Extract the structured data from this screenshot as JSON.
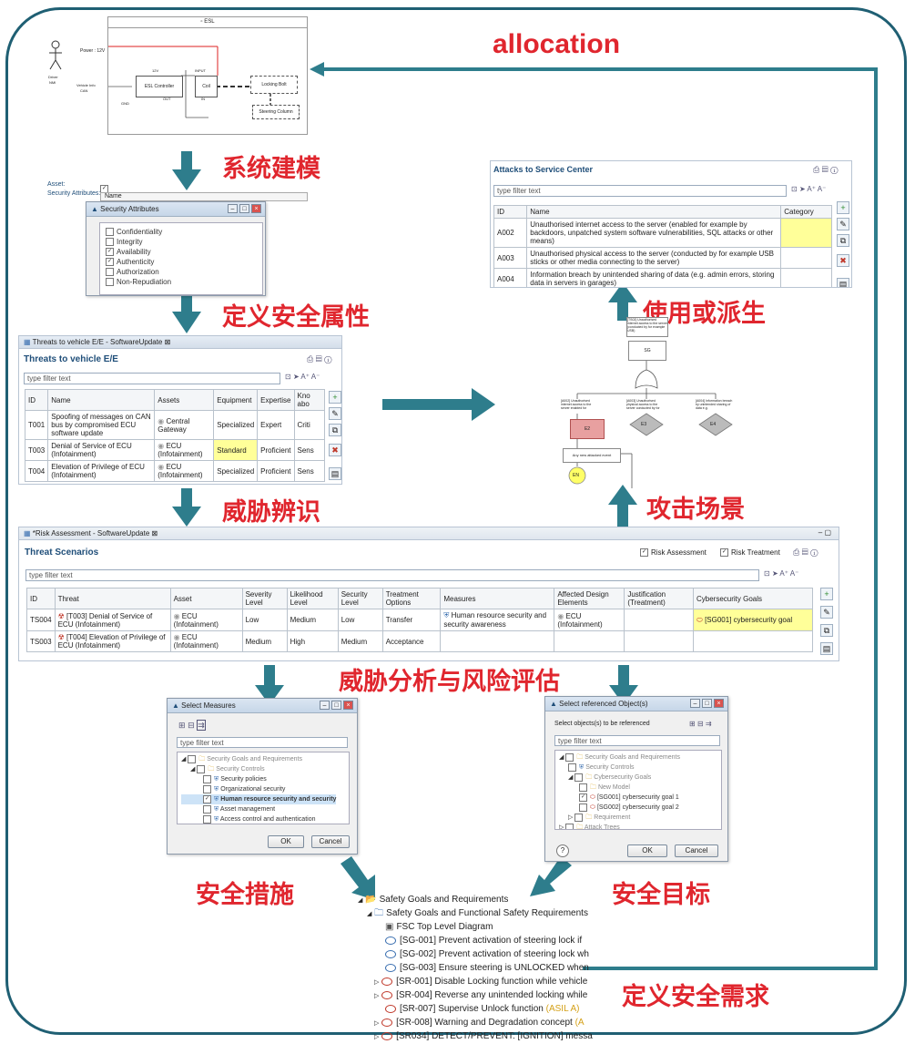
{
  "labels": {
    "allocation": "allocation",
    "system_modeling": "系统建模",
    "define_security_attributes": "定义安全属性",
    "threat_identification": "威胁辨识",
    "threat_risk_analysis": "威胁分析与风险评估",
    "use_or_derive": "使用或派生",
    "attack_scenario": "攻击场景",
    "security_measures": "安全措施",
    "security_goals": "安全目标",
    "define_security_requirements": "定义安全需求"
  },
  "esl_diagram": {
    "title": "ESL",
    "driver": "Driver",
    "power": "Power : 12V",
    "nmi": "NMI",
    "vehicle_info": "Vehicle Info",
    "can": "CAN",
    "controller": "ESL Controller",
    "coil": "Coil",
    "locking_bolt": "Locking Bolt",
    "steering_column": "Steering Column",
    "p_12v": "12V",
    "p_gnd": "GND",
    "p_out": "OUT",
    "p_input": "INPUT",
    "p_in": "IN",
    "p_gnd2": "GND"
  },
  "attributes_panel": {
    "asset_label": "Asset:",
    "security_attributes_label": "Security Attributes:",
    "name_header": "Name",
    "dialog_title": "Security Attributes",
    "items": [
      {
        "label": "Confidentiality",
        "checked": false
      },
      {
        "label": "Integrity",
        "checked": false
      },
      {
        "label": "Availability",
        "checked": true
      },
      {
        "label": "Authenticity",
        "checked": true
      },
      {
        "label": "Authorization",
        "checked": false
      },
      {
        "label": "Non-Repudiation",
        "checked": false
      }
    ]
  },
  "threats_panel": {
    "tab": "Threats to vehicle E/E - SoftwareUpdate",
    "title": "Threats to vehicle E/E",
    "filter_placeholder": "type filter text",
    "headers": [
      "ID",
      "Name",
      "Assets",
      "Equipment",
      "Expertise",
      "Kno abo"
    ],
    "rows": [
      {
        "id": "T001",
        "name": "Spoofing of messages on CAN bus by compromised ECU software update",
        "asset": "Central Gateway",
        "equipment": "Specialized",
        "expertise": "Expert",
        "know": "Criti"
      },
      {
        "id": "T003",
        "name": "Denial of Service of ECU (Infotainment)",
        "asset": "ECU (Infotainment)",
        "equipment": "Standard",
        "expertise": "Proficient",
        "know": "Sens"
      },
      {
        "id": "T004",
        "name": "Elevation of Privilege of ECU (Infotainment)",
        "asset": "ECU (Infotainment)",
        "equipment": "Specialized",
        "expertise": "Proficient",
        "know": "Sens"
      }
    ]
  },
  "attacks_panel": {
    "title": "Attacks to Service Center",
    "filter_placeholder": "type filter text",
    "headers": [
      "ID",
      "Name",
      "Category"
    ],
    "rows": [
      {
        "id": "A002",
        "name": "Unauthorised internet access to the server (enabled for example by backdoors, unpatched system software vulnerabilities, SQL attacks or other means)"
      },
      {
        "id": "A003",
        "name": "Unauthorised physical access to the server (conducted by for example USB sticks or other media connecting to the server)"
      },
      {
        "id": "A004",
        "name": "Information breach by unintended sharing of data (e.g. admin errors, storing data in servers in garages)"
      }
    ]
  },
  "attack_tree": {
    "top": "[TS02] Unauthorised internet access to the server (conducted by for example USB)",
    "gate_top": "SG",
    "leaf1": "[A002] Unauthorised internet access to the server enabled for",
    "leaf2": "[A003] Unauthorised physical access to the server conducted by for",
    "leaf3": "[A004] Information breach by unintended sharing of data e.g.",
    "e1": "E2",
    "e2": "E3",
    "e3": "E4",
    "note": "Any new attacked event",
    "en": "EN"
  },
  "risk_panel": {
    "tab": "*Risk Assessment - SoftwareUpdate",
    "title": "Threat Scenarios",
    "check1": "Risk Assessment",
    "check2": "Risk Treatment",
    "filter_placeholder": "type filter text",
    "headers": [
      "ID",
      "Threat",
      "Asset",
      "Severity Level",
      "Likelihood Level",
      "Security Level",
      "Treatment Options",
      "Measures",
      "Affected Design Elements",
      "Justification (Treatment)",
      "Cybersecurity Goals"
    ],
    "rows": [
      {
        "id": "TS004",
        "threat": "[T003] Denial of Service of ECU (Infotainment)",
        "asset": "ECU (Infotainment)",
        "severity": "Low",
        "likelihood": "Medium",
        "security": "Low",
        "treatment": "Transfer",
        "measures": "Human resource security and security awareness",
        "affected": "ECU (Infotainment)",
        "justification": "",
        "goals": "[SG001] cybersecurity goal"
      },
      {
        "id": "TS003",
        "threat": "[T004] Elevation of Privilege of ECU (Infotainment)",
        "asset": "ECU (Infotainment)",
        "severity": "Medium",
        "likelihood": "High",
        "security": "Medium",
        "treatment": "Acceptance",
        "measures": "",
        "affected": "",
        "justification": "",
        "goals": ""
      }
    ]
  },
  "measures_dialog": {
    "title": "Select Measures",
    "filter_placeholder": "type filter text",
    "tree": [
      "Security Goals and Requirements",
      "Security Controls",
      "Security policies",
      "Organizational security",
      "Human resource security and security",
      "Asset management",
      "Access control and authentication"
    ],
    "ok": "OK",
    "cancel": "Cancel"
  },
  "referenced_dialog": {
    "title": "Select referenced Object(s)",
    "prompt": "Select objects(s) to be referenced",
    "filter_placeholder": "type filter text",
    "tree": [
      "Security Goals and Requirements",
      "Security Controls",
      "Cybersecurity Goals",
      "New Model",
      "[SG001] cybersecurity goal 1",
      "[SG002] cybersecurity goal 2",
      "Requirement",
      "Attack Trees"
    ],
    "help": "?",
    "ok": "OK",
    "cancel": "Cancel"
  },
  "safety_tree": {
    "root": "Safety Goals and Requirements",
    "folder": "Safety Goals and Functional Safety Requirements",
    "diagram": "FSC Top Level Diagram",
    "sg1": "[SG-001] Prevent activation of steering lock if",
    "sg2": "[SG-002] Prevent activation of steering lock wh",
    "sg3": "[SG-003] Ensure steering is UNLOCKED when",
    "sr1": "[SR-001] Disable Locking function while vehicle",
    "sr4": "[SR-004] Reverse any unintended locking while",
    "sr7": "[SR-007] Supervise Unlock function",
    "sr7_asil": "(ASIL A)",
    "sr8": "[SR-008] Warning and Degradation concept",
    "sr8_asil": "(A",
    "sr34": "[SR034] DETECT/PREVENT: [IGNITION] messa"
  },
  "colors": {
    "arrow": "#2e7d8c",
    "label_red": "#e0262e",
    "frame": "#1f5f73"
  }
}
